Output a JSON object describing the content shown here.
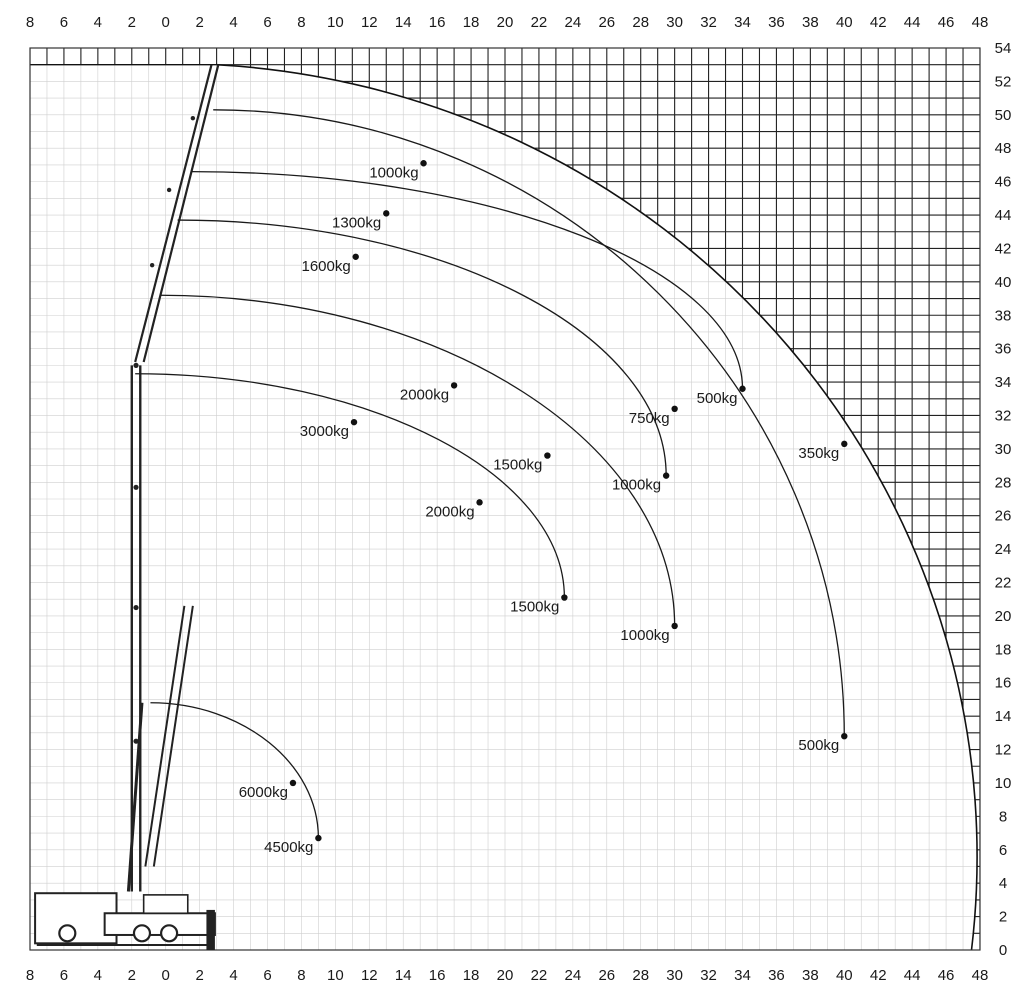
{
  "chart_data": {
    "type": "load-chart",
    "x_ticks": [
      "8",
      "6",
      "4",
      "2",
      "0",
      "2",
      "4",
      "6",
      "8",
      "10",
      "12",
      "14",
      "16",
      "18",
      "20",
      "22",
      "24",
      "26",
      "28",
      "30",
      "32",
      "34",
      "36",
      "38",
      "40",
      "42",
      "44",
      "46",
      "48"
    ],
    "y_ticks": [
      "0",
      "2",
      "4",
      "6",
      "8",
      "10",
      "12",
      "14",
      "16",
      "18",
      "20",
      "22",
      "24",
      "26",
      "28",
      "30",
      "32",
      "34",
      "36",
      "38",
      "40",
      "42",
      "44",
      "46",
      "48",
      "50",
      "52",
      "54"
    ],
    "xlim": [
      -8,
      48
    ],
    "ylim": [
      0,
      54
    ],
    "grid": true,
    "boom_tip": [
      3,
      53
    ],
    "envelope": {
      "radius": 47.5,
      "max_height": 53
    },
    "arcs": [
      {
        "start": [
          2.8,
          50.3
        ],
        "end": [
          40,
          12.8
        ],
        "points": [
          {
            "x": 15.2,
            "y": 47.1,
            "label": "1000kg",
            "side": "left"
          },
          {
            "x": 30,
            "y": 32.4,
            "label": "750kg",
            "side": "left"
          },
          {
            "x": 40,
            "y": 12.8,
            "label": "500kg",
            "side": "left"
          }
        ]
      },
      {
        "start": [
          1.5,
          46.6
        ],
        "end": [
          34,
          33.6
        ],
        "points": [
          {
            "x": 13,
            "y": 44.1,
            "label": "1300kg",
            "side": "left"
          },
          {
            "x": 34,
            "y": 33.6,
            "label": "500kg",
            "side": "left"
          }
        ]
      },
      {
        "start": [
          0.7,
          43.7
        ],
        "end": [
          29.5,
          28.4
        ],
        "points": [
          {
            "x": 11.2,
            "y": 41.5,
            "label": "1600kg",
            "side": "left"
          },
          {
            "x": 29.5,
            "y": 28.4,
            "label": "1000kg",
            "side": "left"
          }
        ]
      },
      {
        "start": [
          -0.3,
          39.2
        ],
        "end": [
          30,
          19.4
        ],
        "points": [
          {
            "x": 17,
            "y": 33.8,
            "label": "2000kg",
            "side": "left"
          },
          {
            "x": 22.5,
            "y": 29.6,
            "label": "1500kg",
            "side": "left"
          },
          {
            "x": 30,
            "y": 19.4,
            "label": "1000kg",
            "side": "left"
          }
        ]
      },
      {
        "start": [
          -1.8,
          34.5
        ],
        "end": [
          23.5,
          21.1
        ],
        "points": [
          {
            "x": 11.1,
            "y": 31.6,
            "label": "3000kg",
            "side": "left"
          },
          {
            "x": 18.5,
            "y": 26.8,
            "label": "2000kg",
            "side": "left"
          },
          {
            "x": 23.5,
            "y": 21.1,
            "label": "1500kg",
            "side": "left"
          }
        ]
      },
      {
        "start": [
          -0.9,
          14.8
        ],
        "end": [
          9,
          6.7
        ],
        "points": [
          {
            "x": 7.5,
            "y": 10,
            "label": "6000kg",
            "side": "left"
          },
          {
            "x": 9,
            "y": 6.7,
            "label": "4500kg",
            "side": "left"
          }
        ]
      },
      {
        "start": null,
        "end": null,
        "points": [
          {
            "x": 40,
            "y": 30.3,
            "label": "350kg",
            "side": "left"
          }
        ]
      }
    ]
  }
}
